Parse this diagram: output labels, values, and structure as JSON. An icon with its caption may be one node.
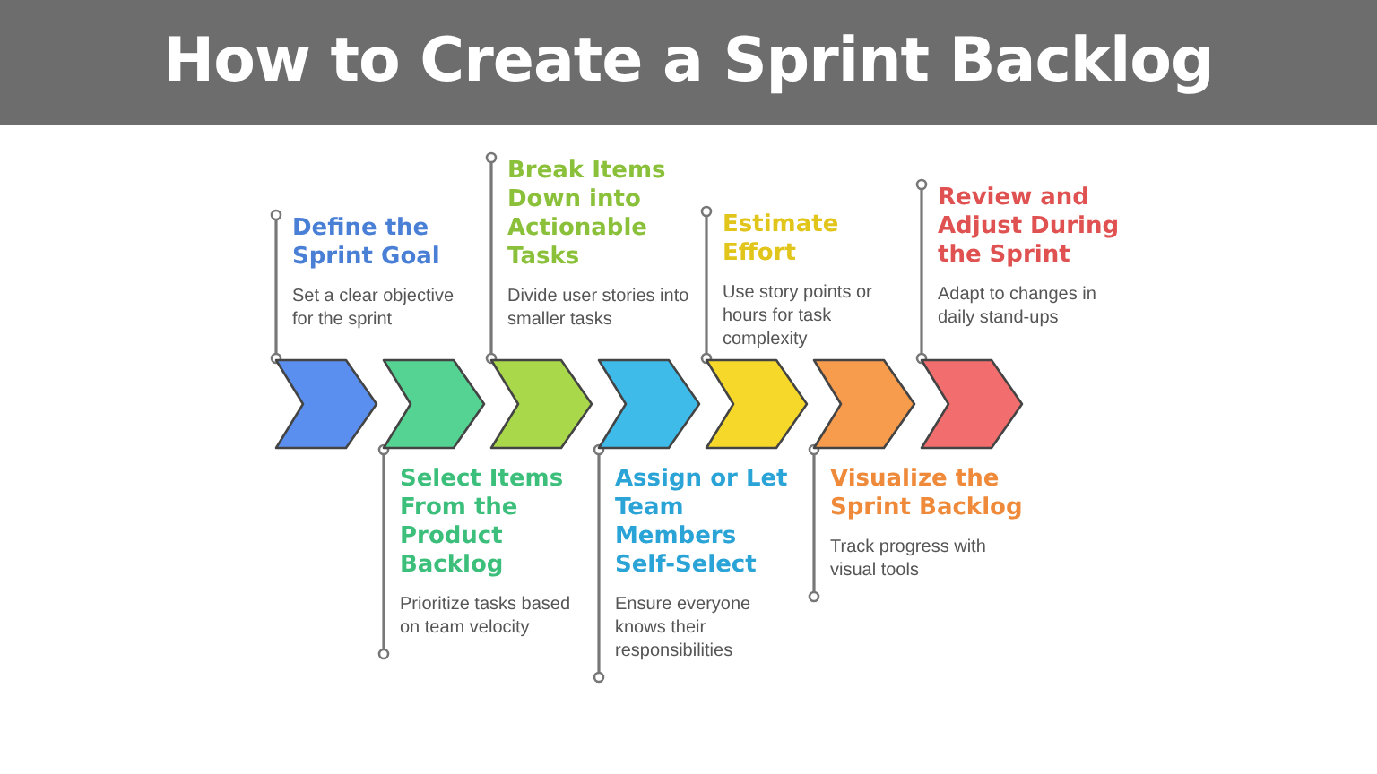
{
  "diagram": {
    "title": "How to Create a Sprint Backlog",
    "nodes": [
      {
        "text": [
          "Define the Sprint Goal",
          "Set a clear objective for the sprint"
        ]
      },
      {
        "text": [
          "Select Items From the Product Backlog",
          "Prioritize tasks based on team velocity"
        ]
      },
      {
        "text": [
          "Break Items Down into Actionable Tasks",
          "Divide user stories into smaller tasks"
        ]
      },
      {
        "text": [
          "Assign or Let Team Members Self-Select",
          "Ensure everyone knows their responsibilities"
        ]
      },
      {
        "text": [
          "Estimate Effort",
          "Use story points or hours for task complexity"
        ]
      },
      {
        "text": [
          "Visualize the Sprint Backlog",
          "Track progress with visual tools"
        ]
      },
      {
        "text": [
          "Review and Adjust During the Sprint",
          "Adapt to changes in daily stand-ups"
        ]
      },
      {
        "text": [],
        "shape": "chevron"
      },
      {
        "text": [],
        "shape": "chevron"
      },
      {
        "text": [],
        "shape": "chevron"
      },
      {
        "text": [],
        "shape": "chevron"
      },
      {
        "text": [],
        "shape": "chevron"
      },
      {
        "text": [],
        "shape": "chevron"
      },
      {
        "text": [],
        "shape": "chevron"
      }
    ],
    "edges": [
      {
        "from": 0,
        "to": 7,
        "arrow": "other"
      },
      {
        "from": 1,
        "to": 8,
        "arrow": "other"
      },
      {
        "from": 2,
        "to": 9,
        "arrow": "other"
      },
      {
        "from": 3,
        "to": 10,
        "arrow": "other"
      },
      {
        "from": 4,
        "to": 11,
        "arrow": "other"
      },
      {
        "from": 5,
        "to": 12,
        "arrow": "other"
      },
      {
        "from": 6,
        "to": 13,
        "arrow": "other"
      }
    ]
  }
}
